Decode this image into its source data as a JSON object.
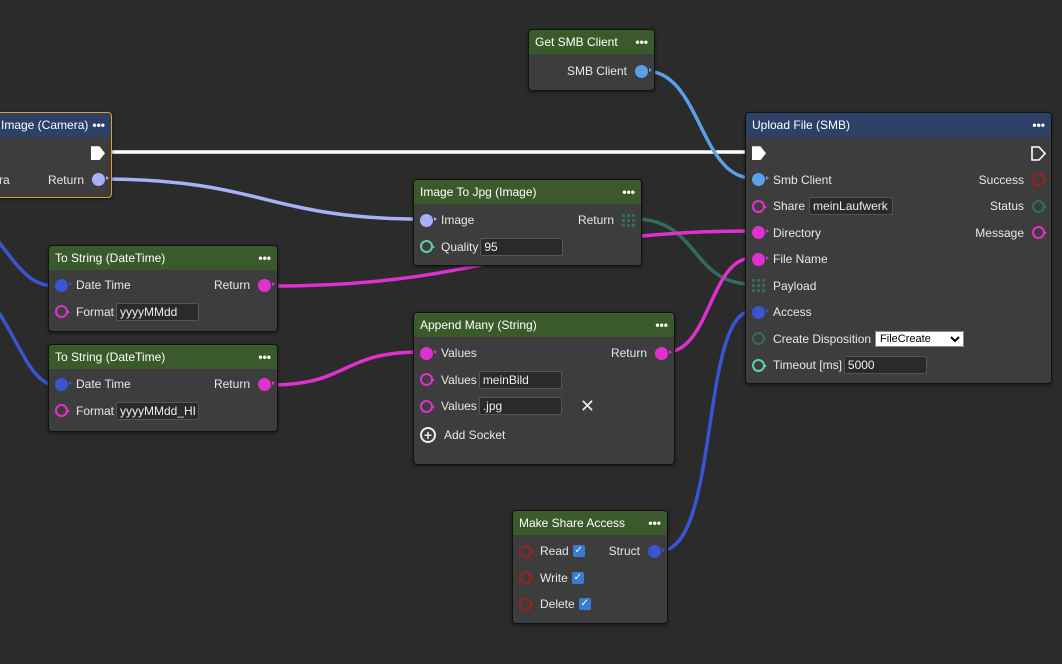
{
  "colors": {
    "background": "#2b2b2b",
    "node_header_green": "#3b5a2c",
    "node_header_blue": "#2d4068",
    "string_socket": "#e030d0",
    "image_socket": "#a8b0f8",
    "smb_socket": "#5aa0e8",
    "struct_socket": "#3a55d0",
    "bytes_socket": "#2f6e5c",
    "bool_socket": "#a02020",
    "number_socket": "#60d0a0"
  },
  "nodes": {
    "camera": {
      "title": "Image (Camera)",
      "inputs": [
        "Camera"
      ],
      "outputs": [
        "Return"
      ]
    },
    "get_smb": {
      "title": "Get SMB Client",
      "outputs": [
        "SMB Client"
      ]
    },
    "upload": {
      "title": "Upload File (SMB)",
      "inputs": {
        "smb_client": "Smb Client",
        "share": "Share",
        "share_value": "meinLaufwerk",
        "directory": "Directory",
        "file_name": "File Name",
        "payload": "Payload",
        "access": "Access",
        "create_disposition": "Create Disposition",
        "create_disposition_value": "FileCreate",
        "timeout": "Timeout [ms]",
        "timeout_value": "5000"
      },
      "outputs": {
        "success": "Success",
        "status": "Status",
        "message": "Message"
      }
    },
    "image_to_jpg": {
      "title": "Image To Jpg (Image)",
      "image": "Image",
      "quality": "Quality",
      "quality_value": "95",
      "return": "Return"
    },
    "to_string_1": {
      "title": "To String (DateTime)",
      "date_time": "Date Time",
      "format": "Format",
      "format_value": "yyyyMMdd",
      "return": "Return"
    },
    "to_string_2": {
      "title": "To String (DateTime)",
      "date_time": "Date Time",
      "format": "Format",
      "format_value": "yyyyMMdd_HH",
      "return": "Return"
    },
    "append_many": {
      "title": "Append Many (String)",
      "values_label": "Values",
      "value_1": "meinBild",
      "value_2": ".jpg",
      "return": "Return",
      "add_socket": "Add Socket"
    },
    "make_share_access": {
      "title": "Make Share Access",
      "read": "Read",
      "write": "Write",
      "delete": "Delete",
      "read_checked": true,
      "write_checked": true,
      "delete_checked": true,
      "struct": "Struct"
    }
  },
  "menu_icon": "•••"
}
